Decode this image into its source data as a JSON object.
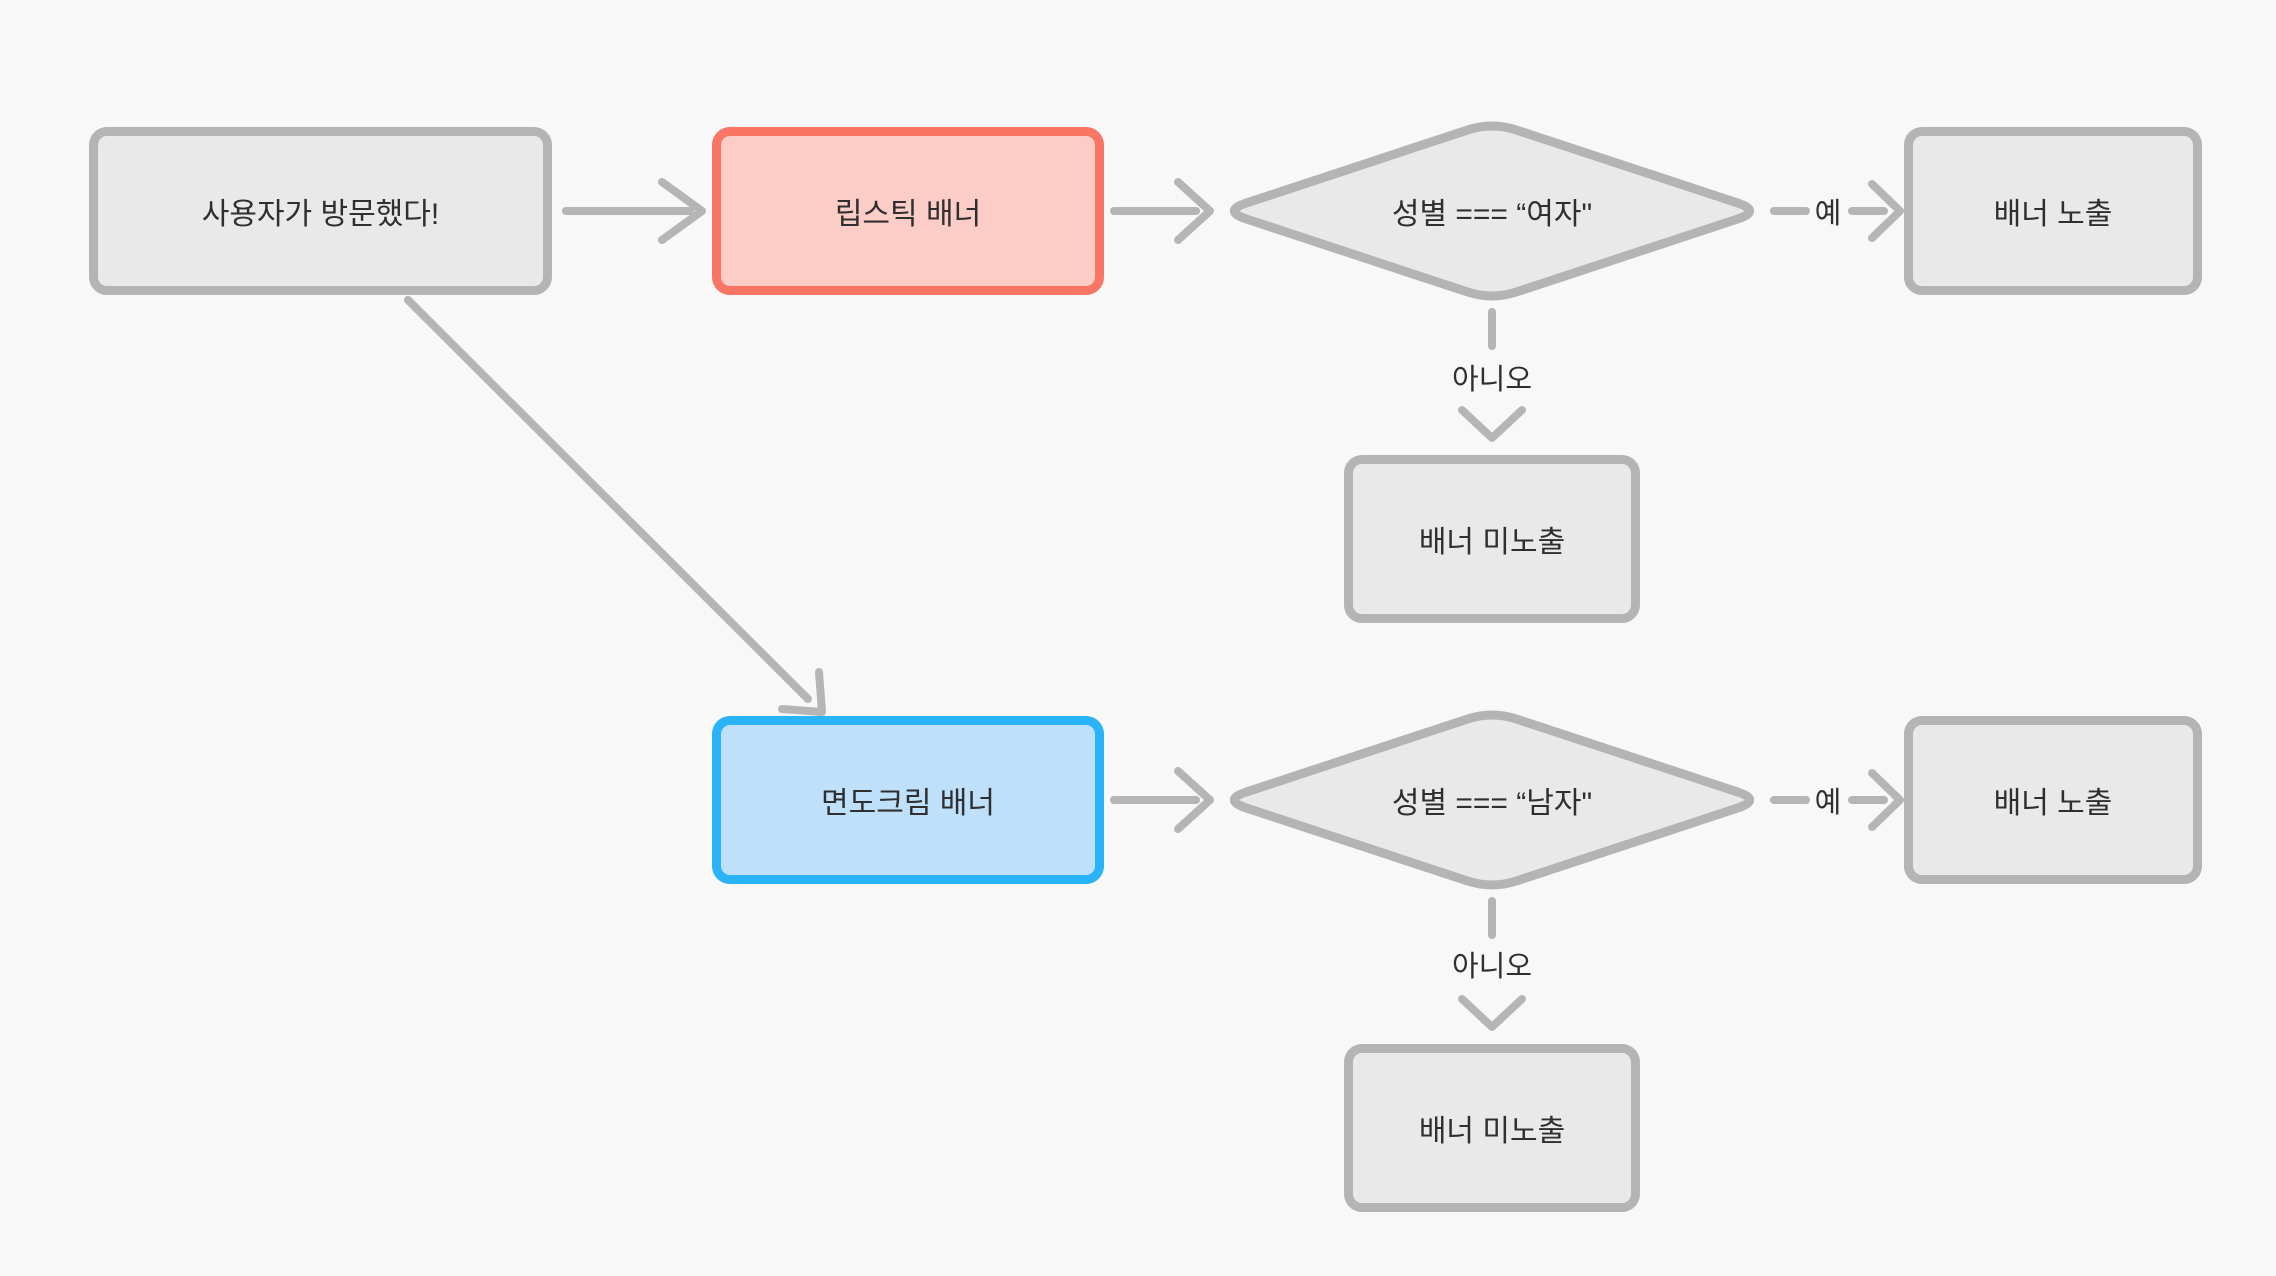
{
  "palette": {
    "background": "#f8f8f8",
    "node_border": "#b4b4b4",
    "node_fill": "#e9e9e9",
    "connector": "#b5b5b5",
    "text": "#2f2f2f",
    "lipstick_border": "#f87663",
    "lipstick_fill": "#fccdc6",
    "shaving_border": "#2bb3f8",
    "shaving_fill": "#bee0fb"
  },
  "nodes": {
    "start": {
      "label": "사용자가 방문했다!"
    },
    "lipstick_banner": {
      "label": "립스틱 배너"
    },
    "gender_female_check": {
      "label": "성별 === “여자\""
    },
    "banner_show_female": {
      "label": "배너 노출"
    },
    "banner_hide_female": {
      "label": "배너 미노출"
    },
    "shaving_cream_banner": {
      "label": "면도크림 배너"
    },
    "gender_male_check": {
      "label": "성별 === “남자\""
    },
    "banner_show_male": {
      "label": "배너 노출"
    },
    "banner_hide_male": {
      "label": "배너 미노출"
    }
  },
  "edges": {
    "female_yes": "예",
    "female_no": "아니오",
    "male_yes": "예",
    "male_no": "아니오"
  }
}
